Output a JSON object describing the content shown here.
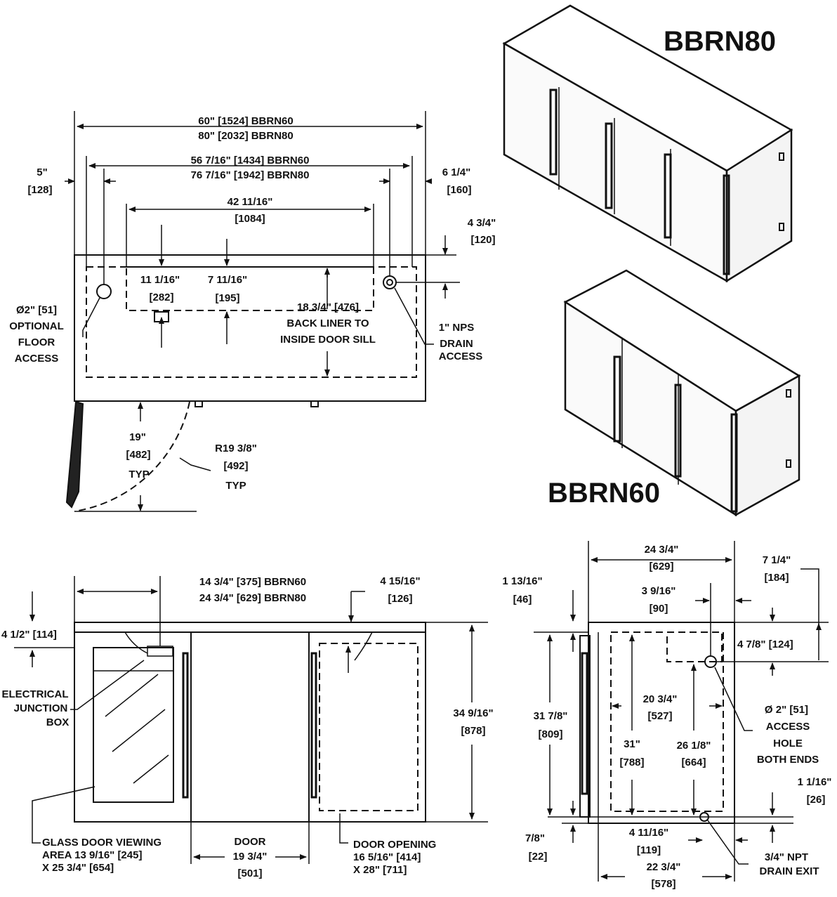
{
  "models": {
    "large": "BBRN80",
    "small": "BBRN60"
  },
  "top_view": {
    "overall_width_1": "60\" [1524]  BBRN60",
    "overall_width_2": "80\" [2032] BBRN80",
    "inner_width_1": "56 7/16\" [1434] BBRN60",
    "inner_width_2": "76 7/16\" [1942] BBRN80",
    "left_offset_in": "5\"",
    "left_offset_mm": "[128]",
    "right_offset_in": "6 1/4\"",
    "right_offset_mm": "[160]",
    "hole_span_in": "42 11/16\"",
    "hole_span_mm": "[1084]",
    "back_depth_in": "4 3/4\"",
    "back_depth_mm": "[120]",
    "dim_a_in": "11 1/16\"",
    "dim_a_mm": "[282]",
    "dim_b_in": "7 11/16\"",
    "dim_b_mm": "[195]",
    "liner_dim": "18 3/4\" [476]",
    "liner_label_1": "BACK LINER TO",
    "liner_label_2": "INSIDE DOOR SILL",
    "floor_1": "Ø2\" [51]",
    "floor_2": "OPTIONAL",
    "floor_3": "FLOOR",
    "floor_4": "ACCESS",
    "drain_1": "1\" NPS",
    "drain_2": "DRAIN",
    "drain_3": "ACCESS",
    "swing_in": "19\"",
    "swing_mm": "[482]",
    "swing_typ": "TYP",
    "radius_in": "R19 3/8\"",
    "radius_mm": "[492]",
    "radius_typ": "TYP"
  },
  "front_view": {
    "door_pos_1": "14 3/4\" [375] BBRN60",
    "door_pos_2": "24 3/4\" [629] BBRN80",
    "top_offset_in": "4 15/16\"",
    "top_offset_mm": "[126]",
    "left_top": "4 1/2\" [114]",
    "height_in": "34 9/16\"",
    "height_mm": "[878]",
    "ej_1": "ELECTRICAL",
    "ej_2": "JUNCTION",
    "ej_3": "BOX",
    "glass_1": "GLASS DOOR VIEWING",
    "glass_2": "AREA 13 9/16\" [245]",
    "glass_3": "X 25 3/4\" [654]",
    "door_label": "DOOR",
    "door_in": "19 3/4\"",
    "door_mm": "[501]",
    "open_1": "DOOR OPENING",
    "open_2": "16 5/16\" [414]",
    "open_3": "X 28\" [711]"
  },
  "side_view": {
    "depth_in": "24 3/4\"",
    "depth_mm": "[629]",
    "right_top_in": "7 1/4\"",
    "right_top_mm": "[184]",
    "left_top_in": "1 13/16\"",
    "left_top_mm": "[46]",
    "hole_off_in": "3 9/16\"",
    "hole_off_mm": "[90]",
    "hole_drop": "4 7/8\" [124]",
    "front_h_in": "31 7/8\"",
    "front_h_mm": "[809]",
    "inner_w_in": "20 3/4\"",
    "inner_w_mm": "[527]",
    "h31_in": "31\"",
    "h31_mm": "[788]",
    "h26_in": "26 1/8\"",
    "h26_mm": "[664]",
    "access_1": "Ø 2\" [51]",
    "access_2": "ACCESS",
    "access_3": "HOLE",
    "access_4": "BOTH ENDS",
    "bottom_right_in": "1 1/16\"",
    "bottom_right_mm": "[26]",
    "bottom_left_in": "7/8\"",
    "bottom_left_mm": "[22]",
    "drain_off_in": "4 11/16\"",
    "drain_off_mm": "[119]",
    "base_in": "22 3/4\"",
    "base_mm": "[578]",
    "drain_exit_1": "3/4\" NPT",
    "drain_exit_2": "DRAIN EXIT"
  }
}
